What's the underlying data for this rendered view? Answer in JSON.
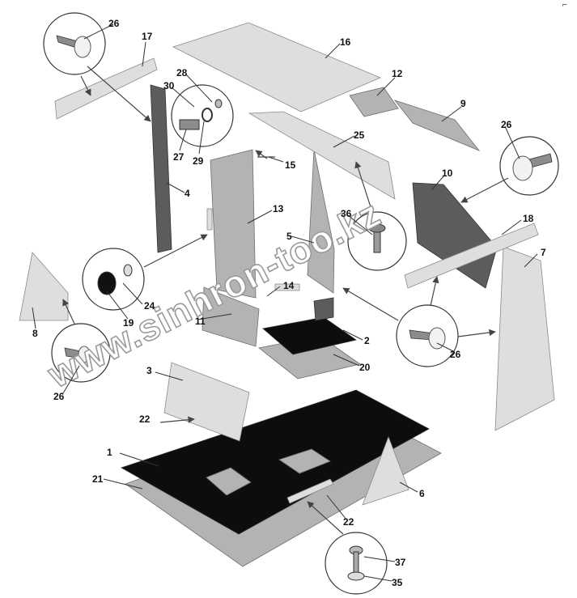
{
  "corner_mark": "⌐",
  "watermark": "www.sinhron-too.kz",
  "labels": {
    "l1": "1",
    "l2": "2",
    "l3": "3",
    "l4": "4",
    "l5": "5",
    "l6": "6",
    "l7": "7",
    "l8": "8",
    "l9": "9",
    "l10": "10",
    "l11": "11",
    "l12": "12",
    "l13": "13",
    "l14": "14",
    "l15": "15",
    "l16": "16",
    "l17": "17",
    "l18": "18",
    "l19": "19",
    "l20": "20",
    "l21": "21",
    "l22a": "22",
    "l22b": "22",
    "l24": "24",
    "l25": "25",
    "l26a": "26",
    "l26b": "26",
    "l26c": "26",
    "l26d": "26",
    "l27": "27",
    "l28": "28",
    "l29": "29",
    "l30": "30",
    "l35": "35",
    "l36": "36",
    "l37": "37"
  },
  "colors": {
    "light_panel": "#dedede",
    "mid_panel": "#b3b3b3",
    "dark_panel": "#5c5c5c",
    "black_panel": "#0d0d0d"
  }
}
